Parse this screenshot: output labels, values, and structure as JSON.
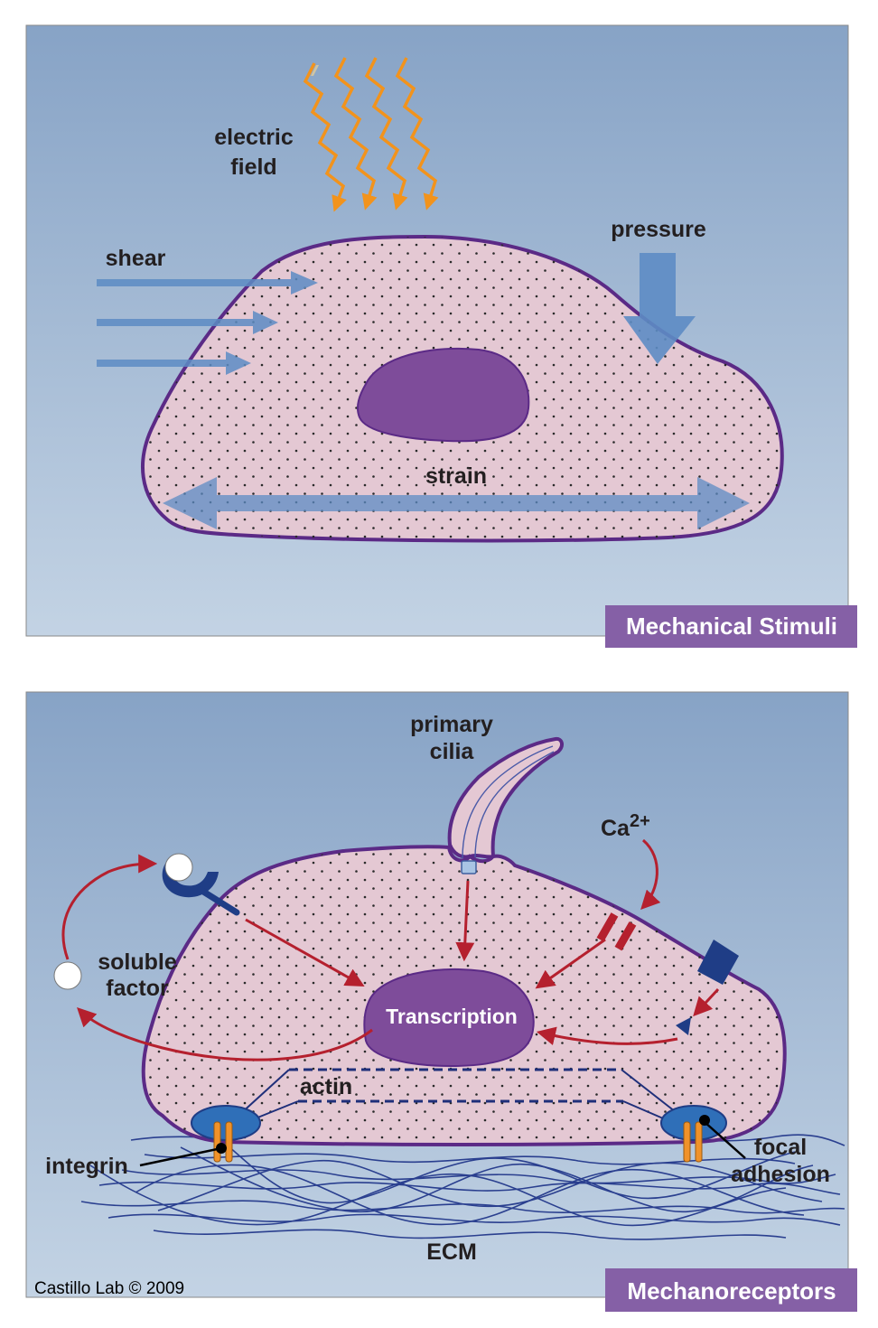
{
  "panels": {
    "mechanical_stimuli": {
      "title": "Mechanical Stimuli",
      "labels": {
        "electric_line1": "electric",
        "electric_line2": "field",
        "pressure": "pressure",
        "shear": "shear",
        "strain": "strain"
      }
    },
    "mechanoreceptors": {
      "title": "Mechanoreceptors",
      "labels": {
        "primary_line1": "primary",
        "primary_line2": "cilia",
        "calcium_base": "Ca",
        "calcium_sup": "2+",
        "soluble_line1": "soluble",
        "soluble_line2": "factor",
        "transcription": "Transcription",
        "actin": "actin",
        "integrin": "integrin",
        "focal_line1": "focal",
        "focal_line2": "adhesion",
        "ecm": "ECM"
      }
    }
  },
  "credit": "Castillo Lab © 2009",
  "colors": {
    "background_top": "#8ba6c7",
    "background_bottom": "#c0d1e3",
    "cell_fill": "#e4c8d3",
    "cell_border": "#5b2a86",
    "nucleus": "#7e4c9a",
    "stimulus_arrow": "#5d8cc4",
    "electric_wave": "#f2931c",
    "signal_arrow": "#b5202e",
    "receptor": "#1f3d86",
    "integrin": "#f0922a",
    "label_box": "#8560a6"
  },
  "icons": [
    "wave-arrow-icon",
    "shear-arrow-icon",
    "pressure-arrow-icon",
    "strain-arrow-icon",
    "receptor-icon",
    "ion-channel-icon"
  ]
}
